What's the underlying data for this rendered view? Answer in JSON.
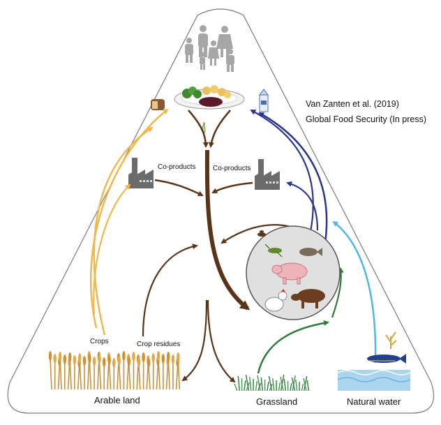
{
  "citation": {
    "line1": "Van Zanten et al. (2019)",
    "line2": "Global Food Security (In press)"
  },
  "labels": {
    "coproducts_left": "Co-products",
    "coproducts_right": "Co-products",
    "crops": "Crops",
    "crop_residues": "Crop residues"
  },
  "land_types": {
    "arable": "Arable land",
    "grassland": "Grassland",
    "water": "Natural water"
  },
  "colors": {
    "brown": "#5a3418",
    "orange": "#f0b84c",
    "navy": "#2a3590",
    "light_blue": "#4fb6e6",
    "green": "#2f7a3a",
    "factory": "#6b6b6b",
    "people": "#a6a6a6"
  },
  "icons": [
    "family-icon",
    "meal-plate-icon",
    "bread-icon",
    "milk-carton-icon",
    "apple-core-icon",
    "factory-icon",
    "grasshopper-icon",
    "fish-icon",
    "pig-icon",
    "chicken-icon",
    "cow-icon",
    "dung-icon",
    "wheat-field-icon",
    "grass-icon",
    "water-icon",
    "seaweed-icon"
  ]
}
